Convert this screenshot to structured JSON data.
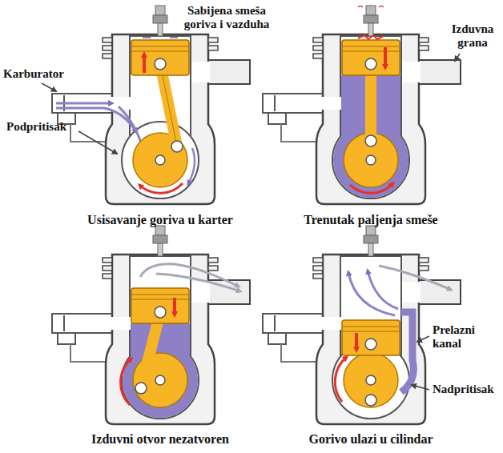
{
  "diagram": {
    "labels": [
      "Sabijena smeša goriva i vazduha",
      "Karburator",
      "Podpritisak",
      "Usisavanje goriva u karter",
      "Izduvna grana",
      "Trenutak paljenja smeše",
      "Izduvni otvor nezatvoren",
      "Prelazni kanal",
      "Nadpritisak",
      "Gorivo ulazi u cilindar"
    ]
  }
}
